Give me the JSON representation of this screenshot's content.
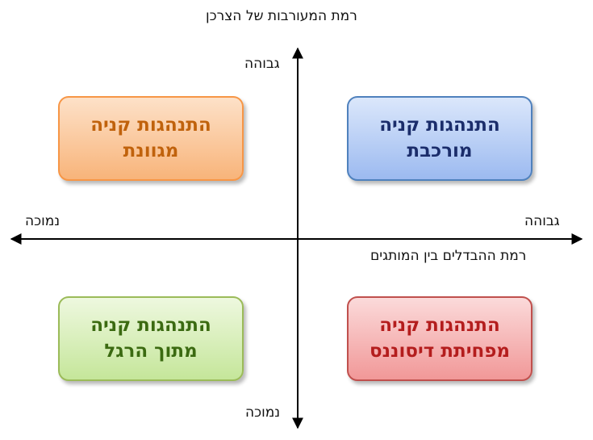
{
  "y_axis": {
    "title": "רמת המעורבות של הצרכן",
    "high": "גבוהה",
    "low": "נמוכה"
  },
  "x_axis": {
    "title": "רמת ההבדלים בין המותגים",
    "high": "גבוהה",
    "low": "נמוכה"
  },
  "quadrants": {
    "top_right": {
      "line1": "התנהגות קניה",
      "line2": "מורכבת",
      "color": "#4f81bd"
    },
    "top_left": {
      "line1": "התנהגות קניה",
      "line2": "מגוונת",
      "color": "#f79646"
    },
    "bottom_left": {
      "line1": "התנהגות קניה",
      "line2": "מתוך הרגל",
      "color": "#9bbb59"
    },
    "bottom_right": {
      "line1": "התנהגות קניה",
      "line2": "מפחיתת דיסוננס",
      "color": "#c0504d"
    }
  }
}
